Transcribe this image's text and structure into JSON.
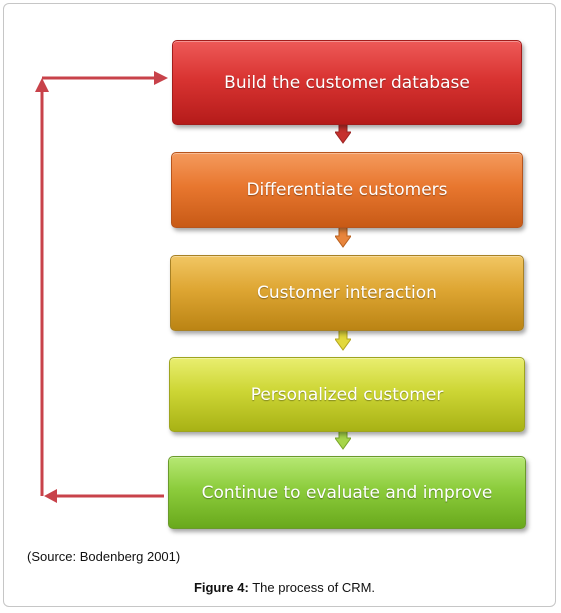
{
  "diagram": {
    "steps": [
      {
        "label": "Build the customer database",
        "color": "#d93432"
      },
      {
        "label": "Differentiate customers",
        "color": "#e8772f"
      },
      {
        "label": "Customer interaction",
        "color": "#dea633"
      },
      {
        "label": "Personalized customer",
        "color": "#cdd635"
      },
      {
        "label": "Continue to evaluate and improve",
        "color": "#8ccc3c"
      }
    ],
    "loop_arrow_color": "#c8424a"
  },
  "source_note": "(Source: Bodenberg 2001)",
  "caption": {
    "prefix": "Figure 4:",
    "text": " The process of CRM."
  }
}
